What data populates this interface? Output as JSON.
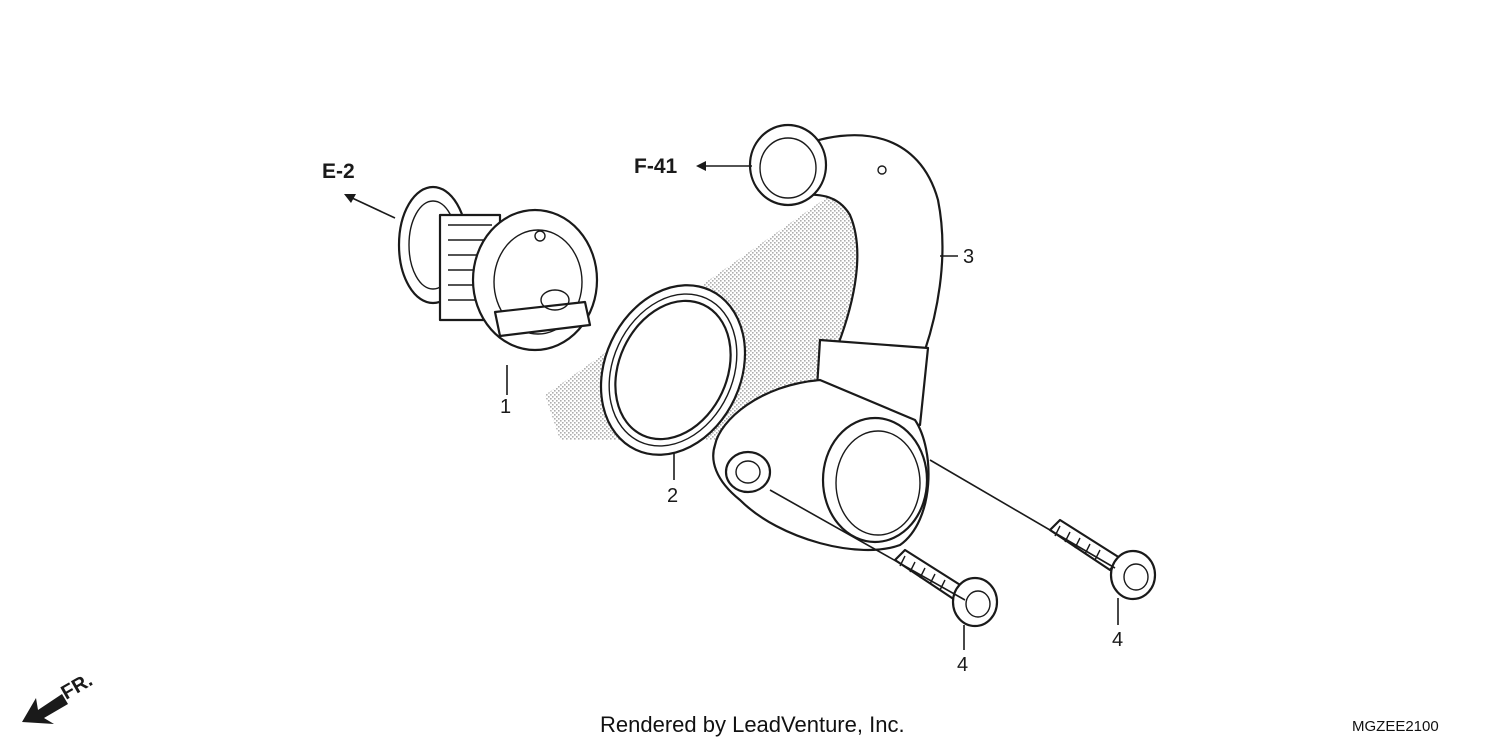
{
  "diagram": {
    "callouts": {
      "thermostat": "1",
      "gasket": "2",
      "water_hose_cover": "3",
      "bolt_left": "4",
      "bolt_right": "4"
    },
    "references": {
      "top_left": "E-2",
      "hose_outlet": "F-41"
    },
    "direction_label": "FR.",
    "credit": "Rendered by LeadVenture, Inc.",
    "drawing_code": "MGZEE2100"
  }
}
